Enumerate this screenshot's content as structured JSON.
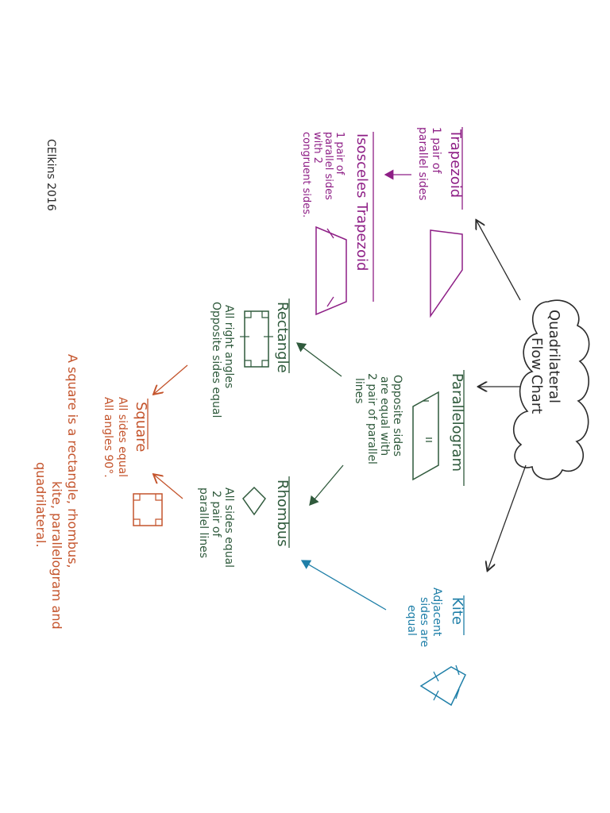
{
  "credit": "CElkins 2016",
  "colors": {
    "black": "#2b2b2b",
    "purple": "#8e1f86",
    "green": "#2f5a3c",
    "teal": "#1f7fa8",
    "orange": "#c4542c"
  },
  "root": {
    "line1": "Quadrilateral",
    "line2": "Flow Chart"
  },
  "trapezoid": {
    "title": "Trapezoid",
    "desc1": "1 pair of",
    "desc2": "parallel sides"
  },
  "isosceles": {
    "title": "Isosceles Trapezoid",
    "desc1": "1 pair of",
    "desc2": "parallel sides",
    "desc3": "with 2",
    "desc4": "congruent sides."
  },
  "parallelogram": {
    "title": "Parallelogram",
    "desc1": "Opposite sides",
    "desc2": "are equal with",
    "desc3": "2 pair of parallel",
    "desc4": "lines"
  },
  "kite": {
    "title": "Kite",
    "desc1": "Adjacent",
    "desc2": "sides are",
    "desc3": "equal"
  },
  "rectangle": {
    "title": "Rectangle",
    "desc1": "All right angles",
    "desc2": "Opposite sides equal"
  },
  "rhombus": {
    "title": "Rhombus",
    "desc1": "All sides equal",
    "desc2": "2 pair of",
    "desc3": "parallel lines"
  },
  "square": {
    "title": "Square",
    "desc1": "All sides equal",
    "desc2": "All angles 90°."
  },
  "note": {
    "line1": "A square is a rectangle, rhombus,",
    "line2": "kite, parallelogram and",
    "line3": "quadrilateral."
  }
}
